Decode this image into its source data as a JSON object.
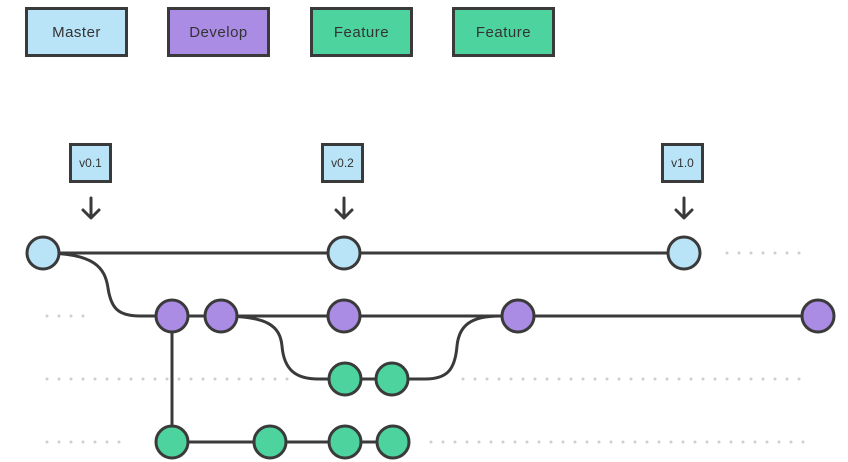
{
  "legend": [
    {
      "label": "Master",
      "color": "#b9e3f7"
    },
    {
      "label": "Develop",
      "color": "#ab8ce4"
    },
    {
      "label": "Feature",
      "color": "#4dd49e"
    },
    {
      "label": "Feature",
      "color": "#4dd49e"
    }
  ],
  "tags": [
    "v0.1",
    "v0.2",
    "v1.0"
  ],
  "colors": {
    "master": "#b9e3f7",
    "develop": "#ab8ce4",
    "feature": "#4dd49e",
    "stroke": "#3a3a3a",
    "dots": "#cfcfcf"
  }
}
